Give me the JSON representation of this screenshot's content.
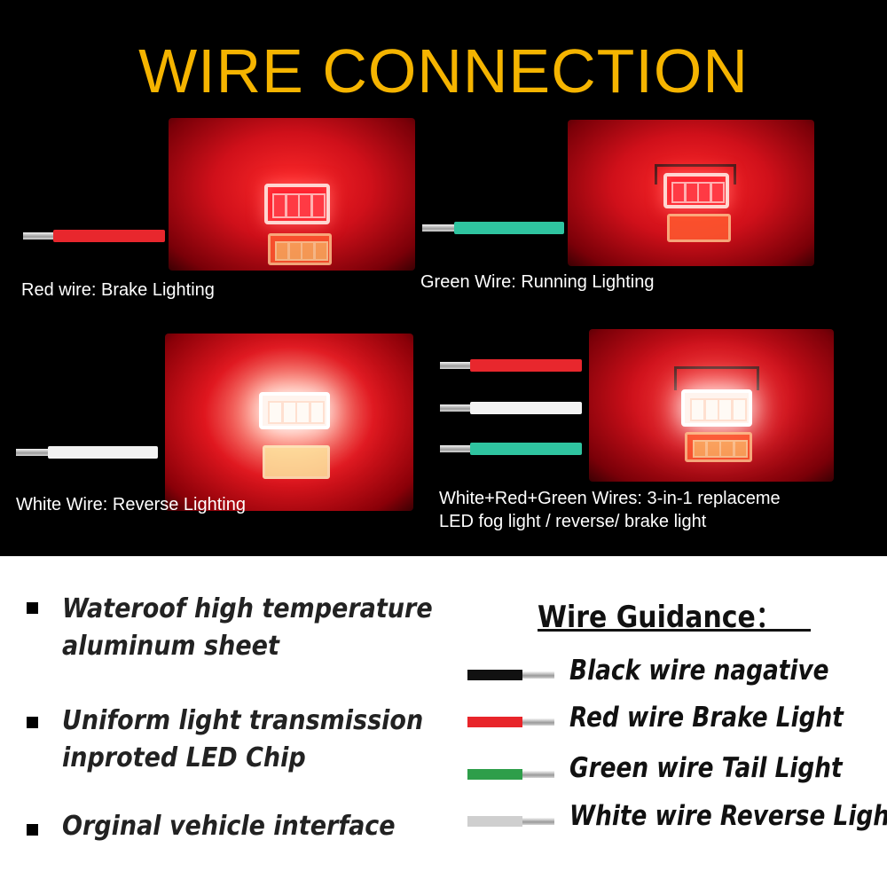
{
  "header": {
    "title": "WIRE CONNECTION"
  },
  "panels": [
    {
      "caption": "Red wire: Brake Lighting",
      "wire_color": "#e8272d"
    },
    {
      "caption": "Green Wire: Running Lighting",
      "wire_color": "#2fc4a0"
    },
    {
      "caption": "White Wire: Reverse Lighting",
      "wire_color": "#f2f2f2"
    },
    {
      "caption_line1": "White+Red+Green Wires: 3-in-1 replaceme",
      "caption_line2": "LED fog light / reverse/ brake light",
      "wire_colors": [
        "#e8272d",
        "#f2f2f2",
        "#2fc4a0"
      ]
    }
  ],
  "features": [
    {
      "line1": "Wateroof high temperature",
      "line2": "aluminum sheet"
    },
    {
      "line1": "Uniform light transmission",
      "line2": "inproted LED Chip"
    },
    {
      "line1": "Orginal vehicle interface"
    }
  ],
  "guidance": {
    "title": "Wire Guidance：",
    "items": [
      {
        "label": "Black wire nagative",
        "color": "#111111"
      },
      {
        "label": "Red wire Brake Light",
        "color": "#e8252a"
      },
      {
        "label": "Green wire Tail Light",
        "color": "#2e9e4a"
      },
      {
        "label": "White wire Reverse Light",
        "color": "#cfcfcf"
      }
    ]
  },
  "colors": {
    "title": "#f5b400",
    "background_top": "#000000",
    "background_bottom": "#ffffff"
  }
}
